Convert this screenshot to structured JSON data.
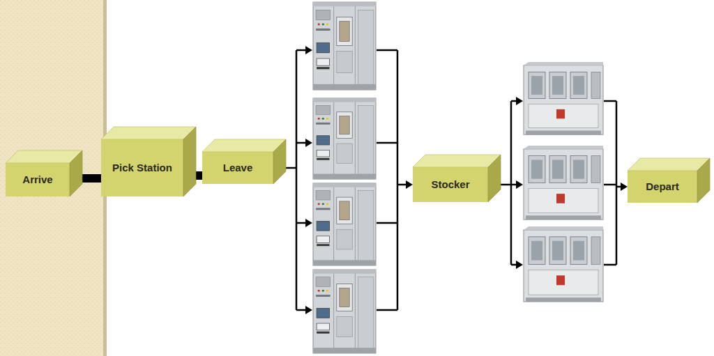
{
  "diagram": {
    "nodes": [
      {
        "text": [
          "Arrive"
        ]
      },
      {
        "text": [
          "Pick Station"
        ]
      },
      {
        "text": [
          "Leave"
        ]
      },
      {
        "text": [
          "Stocker"
        ]
      },
      {
        "text": [
          "Depart"
        ]
      }
    ],
    "edges": [
      {
        "from": 0,
        "to": 1,
        "arrow": "none"
      },
      {
        "from": 1,
        "to": 2,
        "arrow": "none"
      },
      {
        "from": 2,
        "to": 3,
        "arrow": "to"
      },
      {
        "from": 3,
        "to": 4,
        "arrow": "to"
      }
    ]
  }
}
